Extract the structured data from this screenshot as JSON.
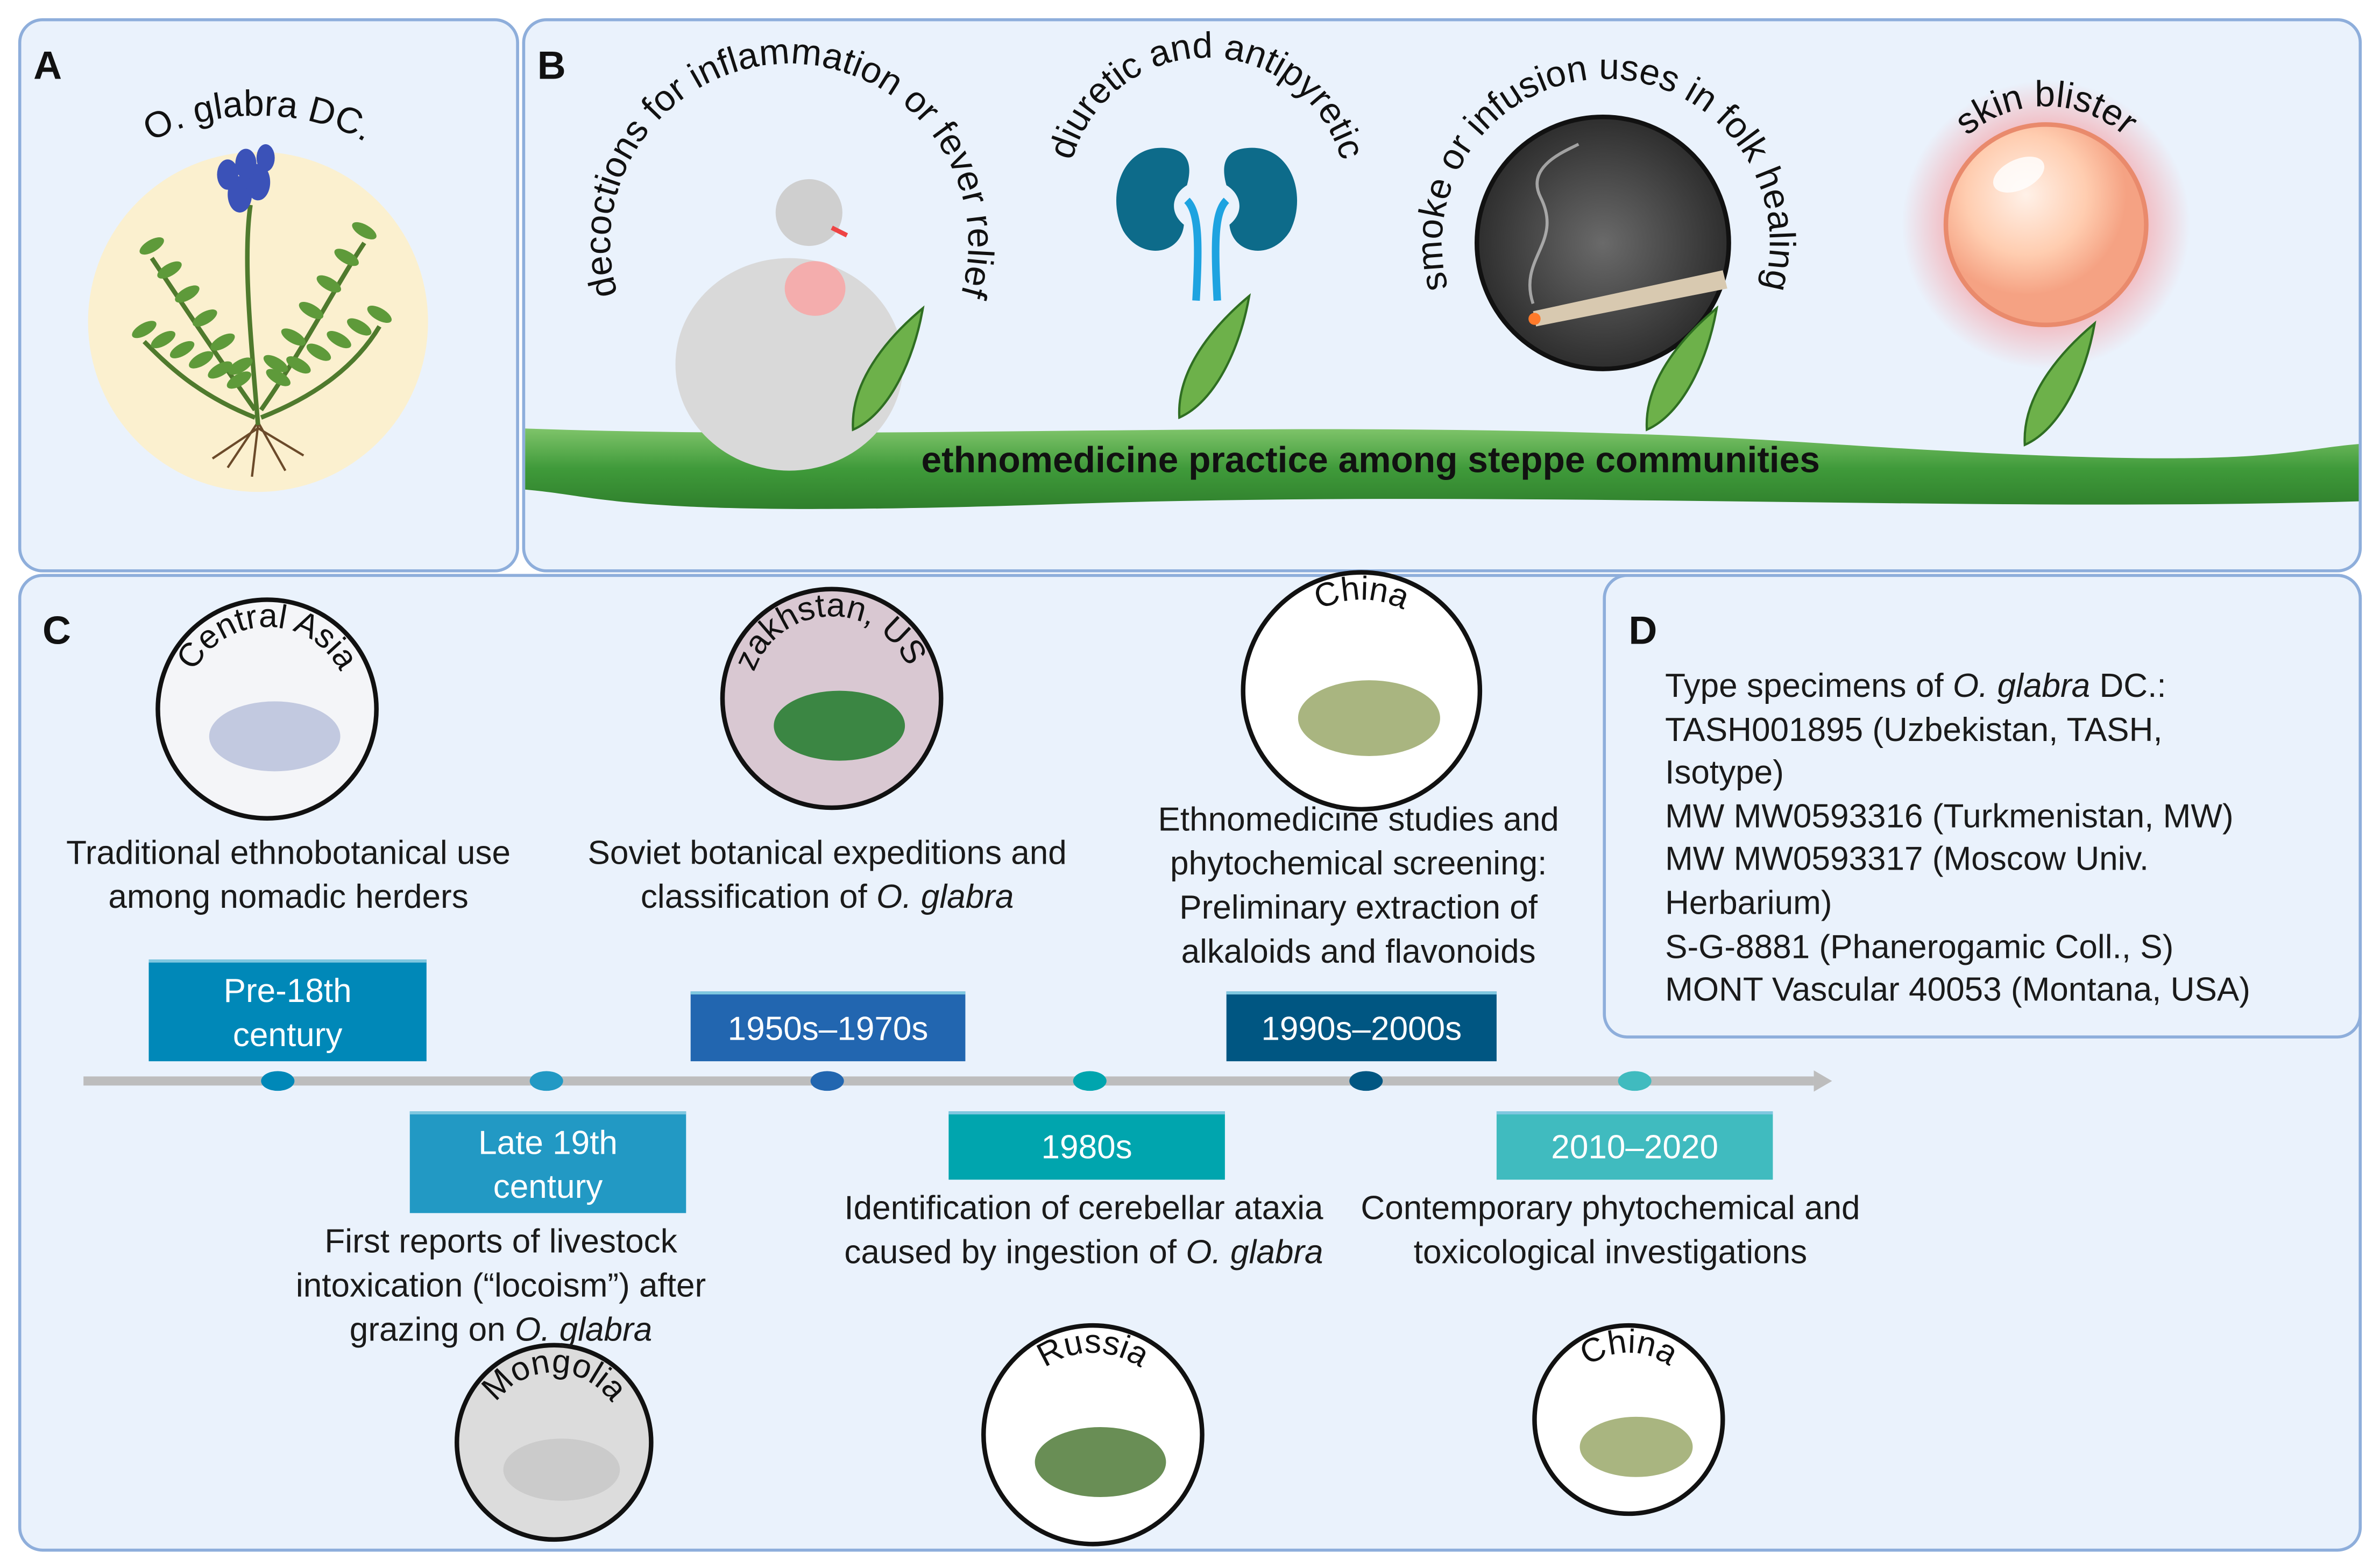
{
  "panels": {
    "a": {
      "label": "A",
      "species_title": "O. glabra DC."
    },
    "b": {
      "label": "B",
      "uses": [
        "decoctions for inflammation or fever relief",
        "diuretic and antipyretic",
        "smoke or infusion uses in folk healing",
        "skin blister"
      ],
      "banner": "ethnomedicine practice among steppe communities"
    },
    "c": {
      "label": "C",
      "events": [
        {
          "period": "Pre-18th century",
          "color": "#0088b8",
          "dot": "#0088b8",
          "region": "Central Asia",
          "text": {
            "pre": "Traditional ethnobotanical use among nomadic herders",
            "it": "",
            "post": ""
          }
        },
        {
          "period": "Late 19th century",
          "color": "#2299c4",
          "dot": "#2299c4",
          "region": "Mongolia",
          "text": {
            "pre": "First reports of livestock intoxication (“locoism”) after grazing on ",
            "it": "O. glabra",
            "post": ""
          }
        },
        {
          "period": "1950s–1970s",
          "color": "#2266b0",
          "dot": "#2266b0",
          "region": "Kazakhstan, USSR",
          "text": {
            "pre": "Soviet botanical expeditions and classification of ",
            "it": "O. glabra",
            "post": ""
          }
        },
        {
          "period": "1980s",
          "color": "#00a5ae",
          "dot": "#00a5ae",
          "region": "Russia",
          "text": {
            "pre": "Identification of cerebellar ataxia caused by ingestion of ",
            "it": "O. glabra",
            "post": ""
          }
        },
        {
          "period": "1990s–2000s",
          "color": "#005682",
          "dot": "#005682",
          "region": "China",
          "text": {
            "pre": "Ethnomedicine studies and phytochemical screening: Preliminary extraction of alkaloids and flavonoids",
            "it": "",
            "post": ""
          }
        },
        {
          "period": "2010–2020",
          "color": "#40bbbf",
          "dot": "#40bbbf",
          "region": "China",
          "text": {
            "pre": "Contemporary phytochemical and toxicological investigations",
            "it": "",
            "post": ""
          }
        }
      ]
    },
    "d": {
      "label": "D",
      "heading_pre": "Type specimens of ",
      "heading_it": "O. glabra",
      "heading_post": " DC.:",
      "specimens": [
        "TASH001895 (Uzbekistan, TASH, Isotype)",
        "MW MW0593316 (Turkmenistan, MW)",
        "MW MW0593317 (Moscow Univ. Herbarium)",
        "S-G-8881 (Phanerogamic Coll., S)",
        "MONT Vascular 40053 (Montana, USA)"
      ]
    }
  },
  "colors": {
    "panel_bg": "#eaf2fc",
    "panel_border": "#8eaedb",
    "stem_green": "#3f9a3a",
    "timeline_gray": "#bdbdbd"
  }
}
